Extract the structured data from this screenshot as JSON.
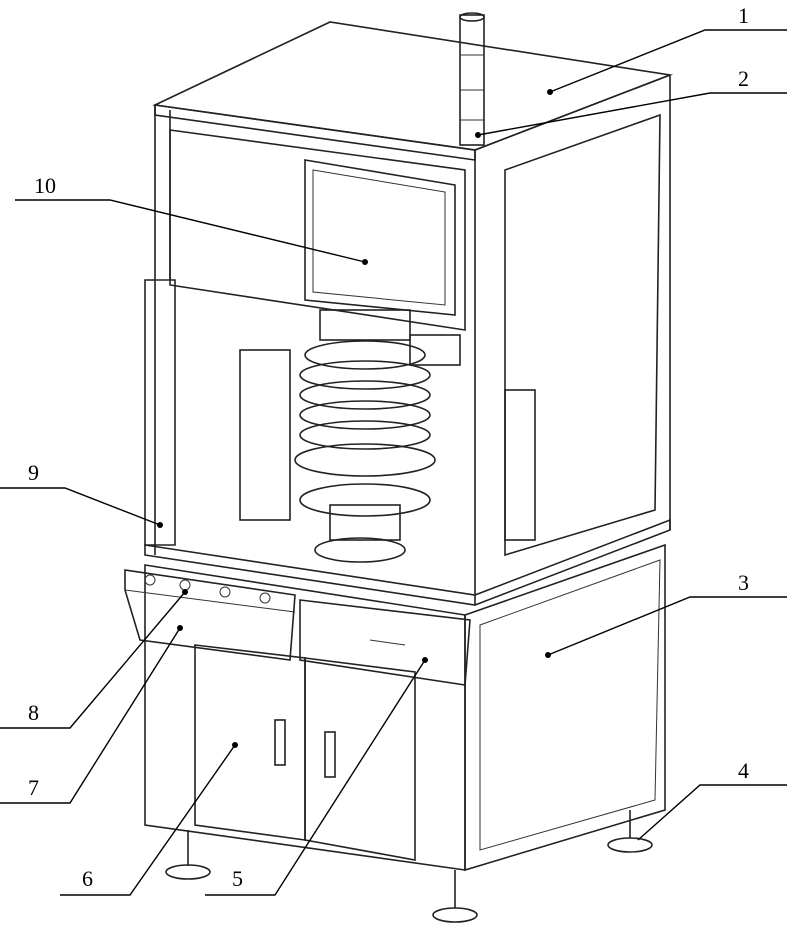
{
  "figure": {
    "labels": [
      {
        "id": "1",
        "text": "1"
      },
      {
        "id": "2",
        "text": "2"
      },
      {
        "id": "3",
        "text": "3"
      },
      {
        "id": "4",
        "text": "4"
      },
      {
        "id": "5",
        "text": "5"
      },
      {
        "id": "6",
        "text": "6"
      },
      {
        "id": "7",
        "text": "7"
      },
      {
        "id": "8",
        "text": "8"
      },
      {
        "id": "9",
        "text": "9"
      },
      {
        "id": "10",
        "text": "10"
      }
    ]
  }
}
